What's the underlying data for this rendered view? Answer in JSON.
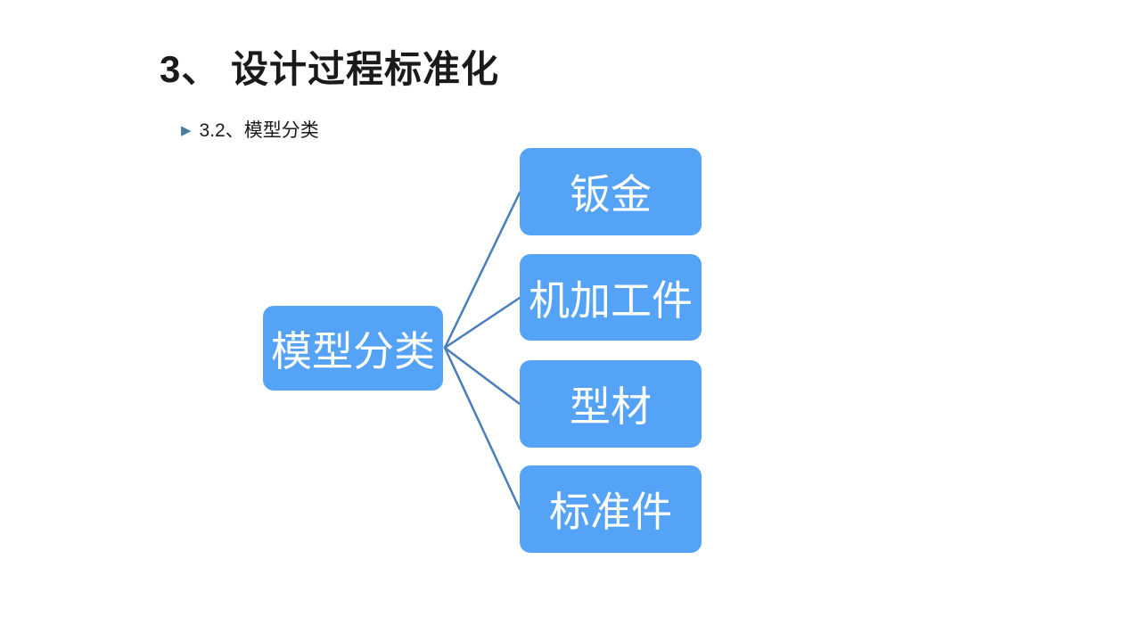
{
  "slide": {
    "title": "3、 设计过程标准化",
    "bullet": {
      "marker": "▶",
      "text": "3.2、模型分类"
    }
  },
  "diagram": {
    "root": {
      "label": "模型分类"
    },
    "children": [
      {
        "label": "钣金"
      },
      {
        "label": "机加工件"
      },
      {
        "label": "型材"
      },
      {
        "label": "标准件"
      }
    ],
    "colors": {
      "title_text": "#1a1a1a",
      "bullet_marker": "#4e7ca0",
      "node_fill": "#55a3f7",
      "node_text": "#ffffff",
      "connector": "#4a7ebb"
    }
  }
}
